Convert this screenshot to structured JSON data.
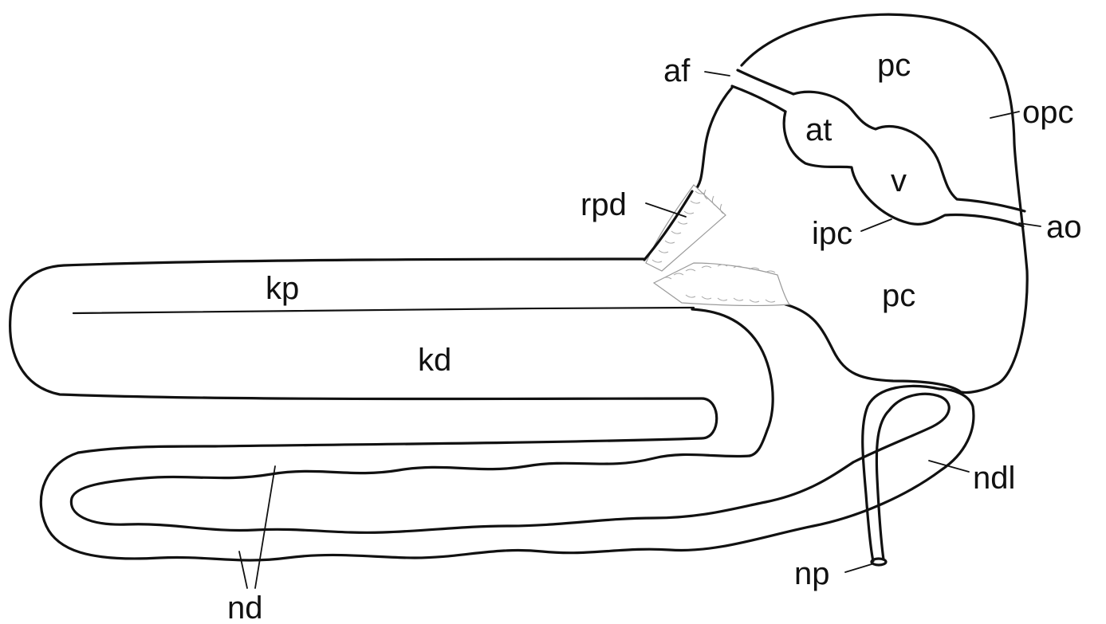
{
  "labels": {
    "af": "af",
    "pc_top": "pc",
    "opc": "opc",
    "at": "at",
    "v": "v",
    "rpd": "rpd",
    "ipc": "ipc",
    "ao": "ao",
    "kp": "kp",
    "pc_bottom": "pc",
    "kd": "kd",
    "ndl": "ndl",
    "np": "np",
    "nd": "nd"
  }
}
